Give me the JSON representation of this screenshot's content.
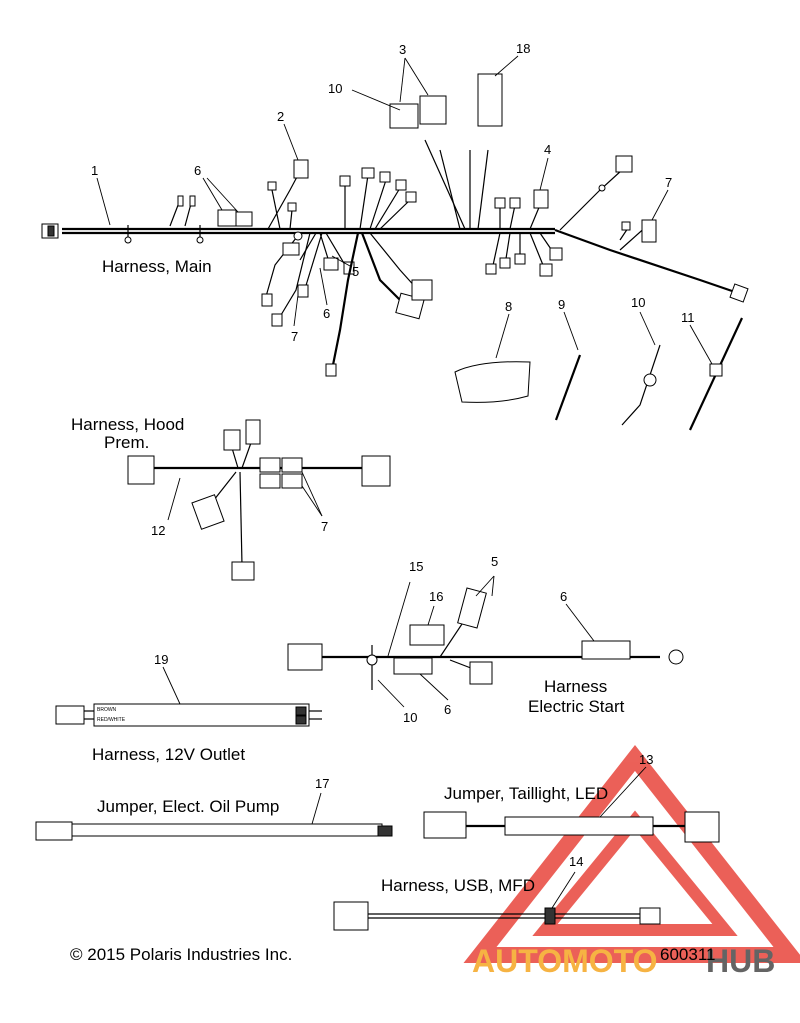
{
  "labels": {
    "harness_main": "Harness, Main",
    "harness_hood_line1": "Harness, Hood",
    "harness_hood_line2": "Prem.",
    "harness_electric_line1": "Harness",
    "harness_electric_line2": "Electric Start",
    "harness_12v": "Harness, 12V Outlet",
    "jumper_oil": "Jumper, Elect. Oil Pump",
    "jumper_tail": "Jumper, Taillight, LED",
    "harness_usb": "Harness, USB, MFD"
  },
  "wire_tags": {
    "brown": "BROWN",
    "red_white": "RED/WHITE"
  },
  "callouts": {
    "c1": "1",
    "c2": "2",
    "c3": "3",
    "c4": "4",
    "c5a": "5",
    "c5b": "5",
    "c6a": "6",
    "c6b": "6",
    "c6c": "6",
    "c6d": "6",
    "c7a": "7",
    "c7b": "7",
    "c7c": "7",
    "c8": "8",
    "c9": "9",
    "c10a": "10",
    "c10b": "10",
    "c10c": "10",
    "c11": "11",
    "c12": "12",
    "c13": "13",
    "c14": "14",
    "c15": "15",
    "c16": "16",
    "c17": "17",
    "c18": "18",
    "c19": "19"
  },
  "footer": {
    "copyright": "© 2015 Polaris Industries Inc.",
    "figure_id": "600311"
  },
  "watermark": {
    "part1": "AUTOMOTO",
    "part2": "HUB"
  },
  "colors": {
    "watermark_red": "#e8453c",
    "watermark_orange": "#f5a623",
    "watermark_gray": "#4a4a4a",
    "line": "#000000"
  }
}
